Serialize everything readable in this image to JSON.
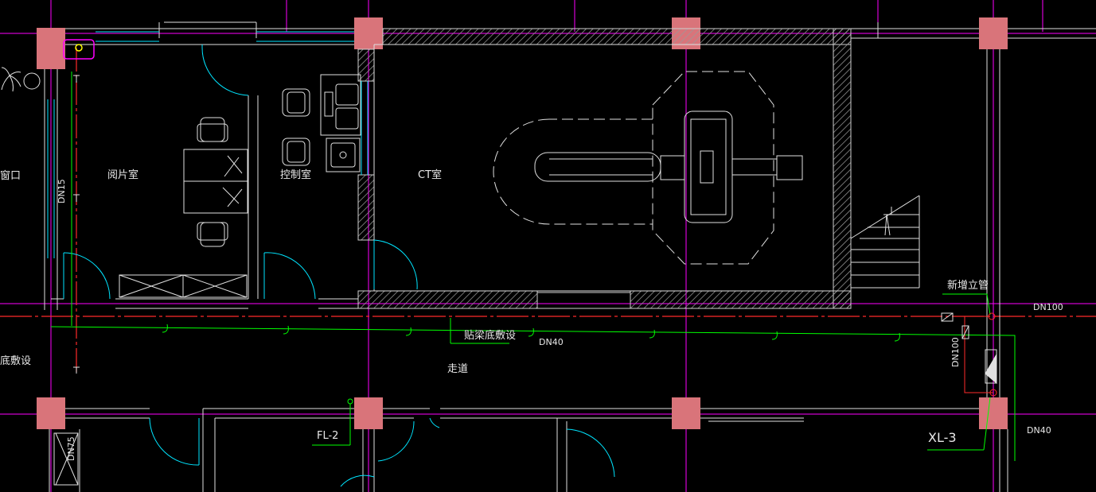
{
  "drawing": {
    "rooms": {
      "window_partial": "窗口",
      "film_reading": "阅片室",
      "control": "控制室",
      "ct": "CT室",
      "corridor": "走道"
    },
    "pipes": {
      "dn15": "DN15",
      "dn40_main": "DN40",
      "dn100_main": "DN100",
      "dn100_vertical": "DN100",
      "dn40_right": "DN40",
      "dn75": "DN75",
      "fl2": "FL-2",
      "xl3": "XL-3"
    },
    "notes": {
      "under_beam": "贴梁底敷设",
      "under_beam_left_partial": "底敷设",
      "new_riser": "新增立管"
    },
    "colors": {
      "background": "#000000",
      "column": "#d9747a",
      "wall": "#ffffff",
      "door": "#00e5ff",
      "axis_grid": "#ff00ff",
      "red_axis": "#ff2a2a",
      "water_pipe": "#00ff00",
      "hatch": "#9a9a9a"
    }
  }
}
